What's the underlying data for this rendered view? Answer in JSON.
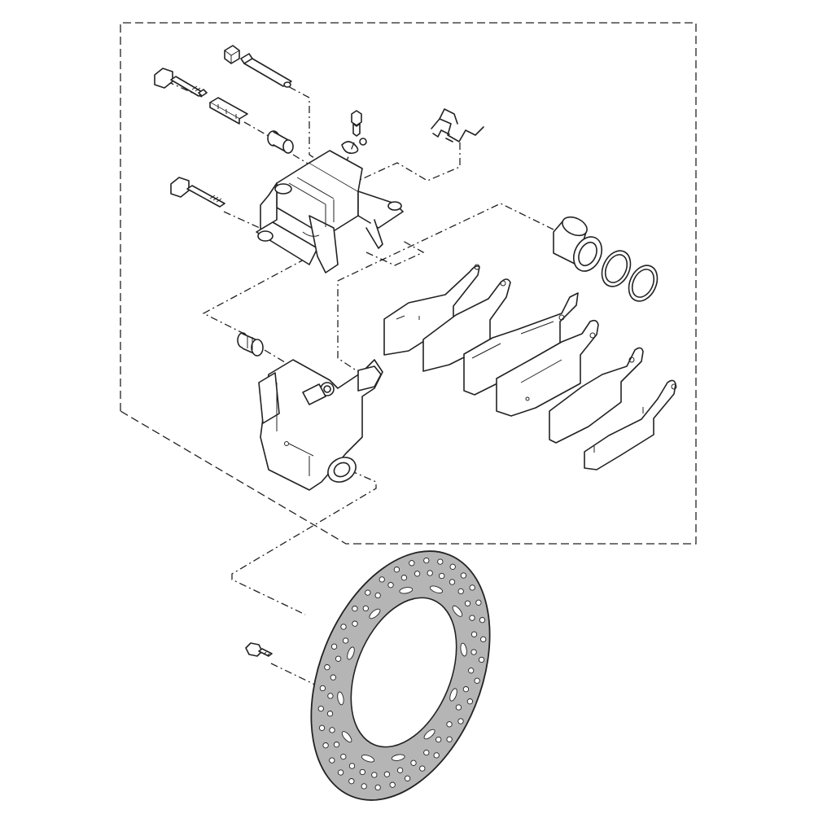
{
  "diagram": {
    "kind": "exploded-parts-view",
    "colors": {
      "line": "#222222",
      "background": "#ffffff",
      "disc_fill": "#b5b5b5"
    },
    "parts": [
      {
        "name": "pad-pin-plug"
      },
      {
        "name": "pad-pin"
      },
      {
        "name": "caliper-mounting-bolt-upper"
      },
      {
        "name": "slide-pin"
      },
      {
        "name": "pin-boot"
      },
      {
        "name": "bleed-screw"
      },
      {
        "name": "bleed-screw-cap"
      },
      {
        "name": "pad-spring"
      },
      {
        "name": "caliper-body"
      },
      {
        "name": "caliper-mounting-bolt-lower"
      },
      {
        "name": "piston"
      },
      {
        "name": "piston-seal"
      },
      {
        "name": "dust-seal"
      },
      {
        "name": "brake-pad-shim"
      },
      {
        "name": "brake-pad"
      },
      {
        "name": "caliper-bracket-boot"
      },
      {
        "name": "caliper-bracket"
      },
      {
        "name": "brake-disc"
      },
      {
        "name": "disc-bolt"
      }
    ]
  }
}
